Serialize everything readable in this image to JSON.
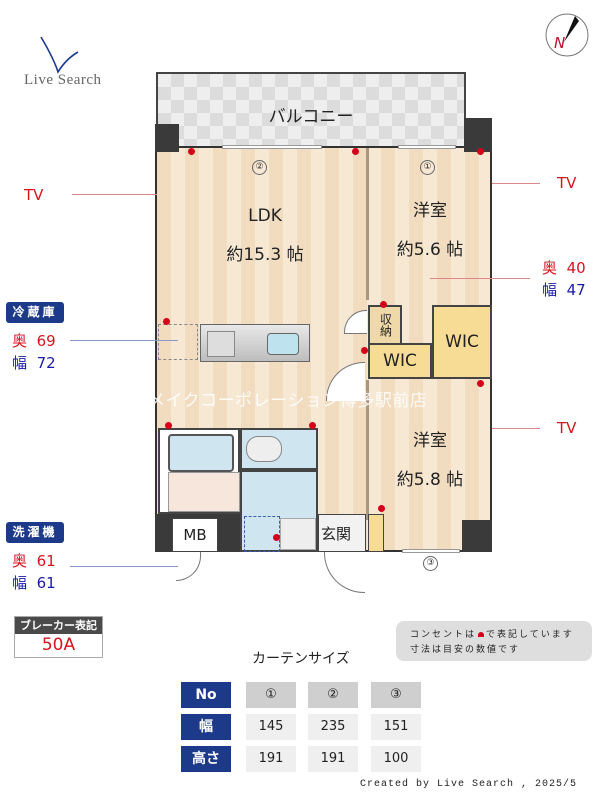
{
  "logo": {
    "text": "Live Search",
    "mark_color": "#1d3a8a"
  },
  "compass": {
    "label": "N",
    "label_color": "#c0102a"
  },
  "balcony": {
    "label": "バルコニー"
  },
  "rooms": {
    "ldk": {
      "name": "LDK",
      "size": "約15.3 帖"
    },
    "western1": {
      "name": "洋室",
      "size": "約5.6 帖"
    },
    "western2": {
      "name": "洋室",
      "size": "約5.8 帖"
    },
    "storage": {
      "name": "収納"
    },
    "wic1": {
      "name": "WIC"
    },
    "wic2": {
      "name": "WIC"
    },
    "mb": {
      "name": "MB"
    },
    "entrance": {
      "name": "玄関"
    }
  },
  "watermark": "メイクコーポレーション博多駅前店",
  "window_markers": [
    "①",
    "②",
    "③"
  ],
  "tv_labels": {
    "left": "TV",
    "right_top": "TV",
    "right_bottom": "TV"
  },
  "fridge": {
    "title": "冷蔵庫",
    "depth_label": "奥",
    "depth": "69",
    "width_label": "幅",
    "width": "72"
  },
  "washer": {
    "title": "洗濯機",
    "depth_label": "奥",
    "depth": "61",
    "width_label": "幅",
    "width": "61"
  },
  "storage_dims": {
    "depth_label": "奥",
    "depth": "40",
    "width_label": "幅",
    "width": "47"
  },
  "breaker": {
    "title": "ブレーカー表記",
    "value": "50A"
  },
  "notes": {
    "line1_a": "コンセントは",
    "line1_b": "で表記しています",
    "line2": "寸法は目安の数値です"
  },
  "curtain": {
    "title": "カーテンサイズ",
    "row_labels": [
      "No",
      "幅",
      "高さ"
    ],
    "columns": [
      {
        "no": "①",
        "width": "145",
        "height": "191"
      },
      {
        "no": "②",
        "width": "235",
        "height": "191"
      },
      {
        "no": "③",
        "width": "151",
        "height": "100"
      }
    ]
  },
  "footer": "Created by Live Search , 2025/5",
  "colors": {
    "accent_blue": "#1d3a8a",
    "outlet_red": "#d4001a",
    "wic_yellow": "#f7dc95"
  }
}
